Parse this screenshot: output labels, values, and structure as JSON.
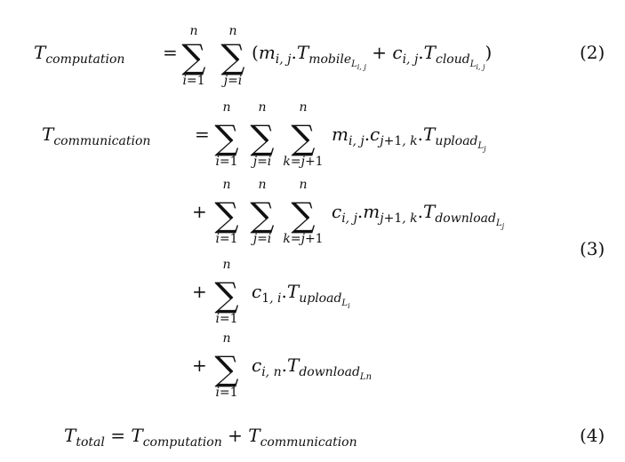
{
  "equations": [
    {
      "number": "(2)",
      "lhs": "T_{computation}",
      "rhs": "∑_{i=1}^{n} ∑_{j=i}^{n} (m_{i,j}.T_{mobile_{L_{i,j}}} + c_{i,j}.T_{cloud_{L_{i,j}}})"
    },
    {
      "number": "(3)",
      "lhs": "T_{communication}",
      "lines": [
        "∑_{i=1}^{n} ∑_{j=i}^{n} ∑_{k=j+1}^{n} m_{i,j}.c_{j+1,k}.T_{upload_{L_j}}",
        "+ ∑_{i=1}^{n} ∑_{j=i}^{n} ∑_{k=j+1}^{n} c_{i,j}.m_{j+1,k}.T_{download_{L_j}}",
        "+ ∑_{i=1}^{n} c_{1,i}.T_{upload_{L_i}}",
        "+ ∑_{i=1}^{n} c_{i,n}.T_{download_{L_n}}"
      ]
    },
    {
      "number": "(4)",
      "lhs": "T_{total}",
      "rhs": "T_{computation} + T_{communication}"
    }
  ]
}
